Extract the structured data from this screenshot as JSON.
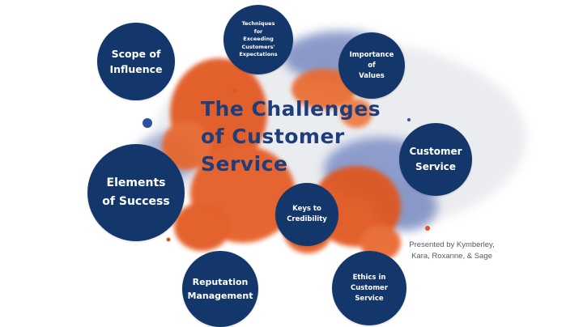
{
  "title": {
    "line1": "The Challenges",
    "line2": "of Customer",
    "line3": "Service"
  },
  "topics": {
    "scope": {
      "line1": "Scope of",
      "line2": "Influence"
    },
    "techniques": {
      "line1": "Techniques",
      "line2": "for",
      "line3": "Exceeding",
      "line4": "Customers'",
      "line5": "Expectations"
    },
    "values": {
      "line1": "Importance",
      "line2": "of",
      "line3": "Values"
    },
    "customer_service": {
      "line1": "Customer",
      "line2": "Service"
    },
    "elements": {
      "line1": "Elements",
      "line2": "of Success"
    },
    "credibility": {
      "line1": "Keys to",
      "line2": "Credibility"
    },
    "reputation": {
      "line1": "Reputation",
      "line2": "Management"
    },
    "ethics": {
      "line1": "Ethics in",
      "line2": "Customer",
      "line3": "Service"
    }
  },
  "credit": {
    "line1": "Presented by Kymberley,",
    "line2": "Kara, Roxanne, & Sage"
  },
  "colors": {
    "bubble": "#14376b",
    "title": "#1f3d7a",
    "orange": "#e2541c",
    "blue_wash": "#2f4fa0"
  }
}
